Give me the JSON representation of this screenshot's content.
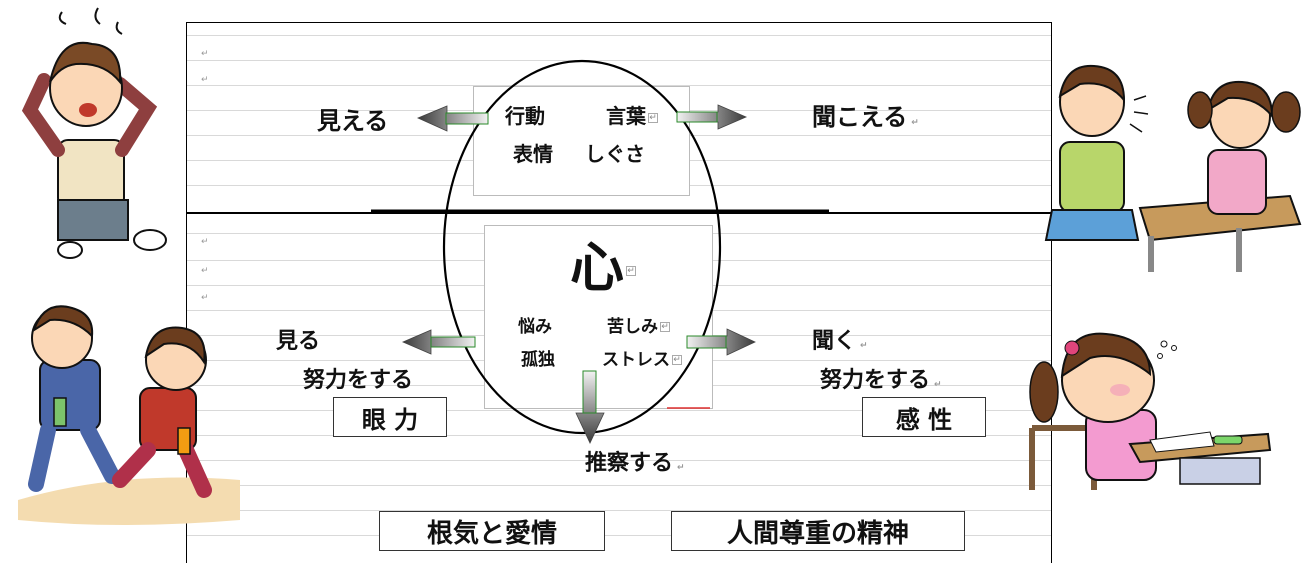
{
  "upper": {
    "left_label": "見える",
    "right_label": "聞こえる",
    "words_row1_a": "行動",
    "words_row1_b": "言葉",
    "words_row2_a": "表情",
    "words_row2_b": "しぐさ"
  },
  "lower": {
    "heart": "心",
    "words_row1_a": "悩み",
    "words_row1_b": "苦しみ",
    "words_row2_a": "孤独",
    "words_row2_b": "ストレス",
    "left_label_1": "見る",
    "left_label_2": "努力をする",
    "left_box": "眼 力",
    "right_label_1": "聞く",
    "right_label_2": "努力をする",
    "right_box": "感 性",
    "bottom_label": "推察する"
  },
  "footer": {
    "box_left": "根気と愛情",
    "box_right": "人間尊重の精神"
  },
  "colors": {
    "arrow_dark": "#3a3a3a",
    "arrow_grad_light": "#f2f2f2",
    "arrow_green": "#2a8a2a",
    "accent_red": "#e03030"
  }
}
